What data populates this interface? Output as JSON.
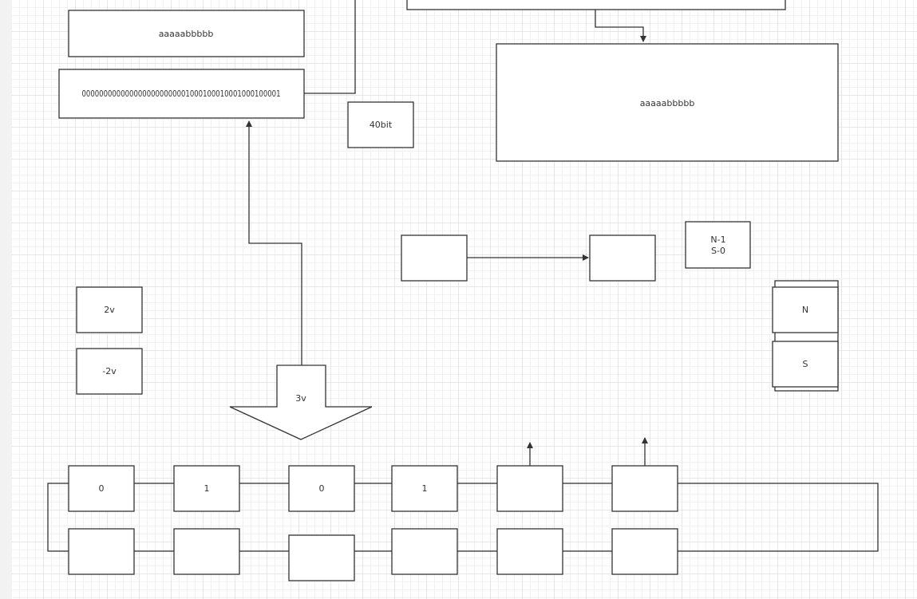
{
  "colors": {
    "stroke": "#333333",
    "fill": "#ffffff",
    "grid": "#e6e6e6",
    "margin": "#f2f2f2"
  },
  "labels": {
    "box_top_left": "aaaaabbbbb",
    "binary_box": "0000000000000000000000001000100010001000100001",
    "bit_note": "40bit",
    "big_box": "aaaaabbbbb",
    "ns_note_line1": "N-1",
    "ns_note_line2": "S-0",
    "voltage_pos": "2v",
    "voltage_neg": "-2v",
    "arrow_label": "3v",
    "magnet_n": "N",
    "magnet_s": "S",
    "cell_1": "0",
    "cell_2": "1",
    "cell_3": "0",
    "cell_4": "1"
  }
}
